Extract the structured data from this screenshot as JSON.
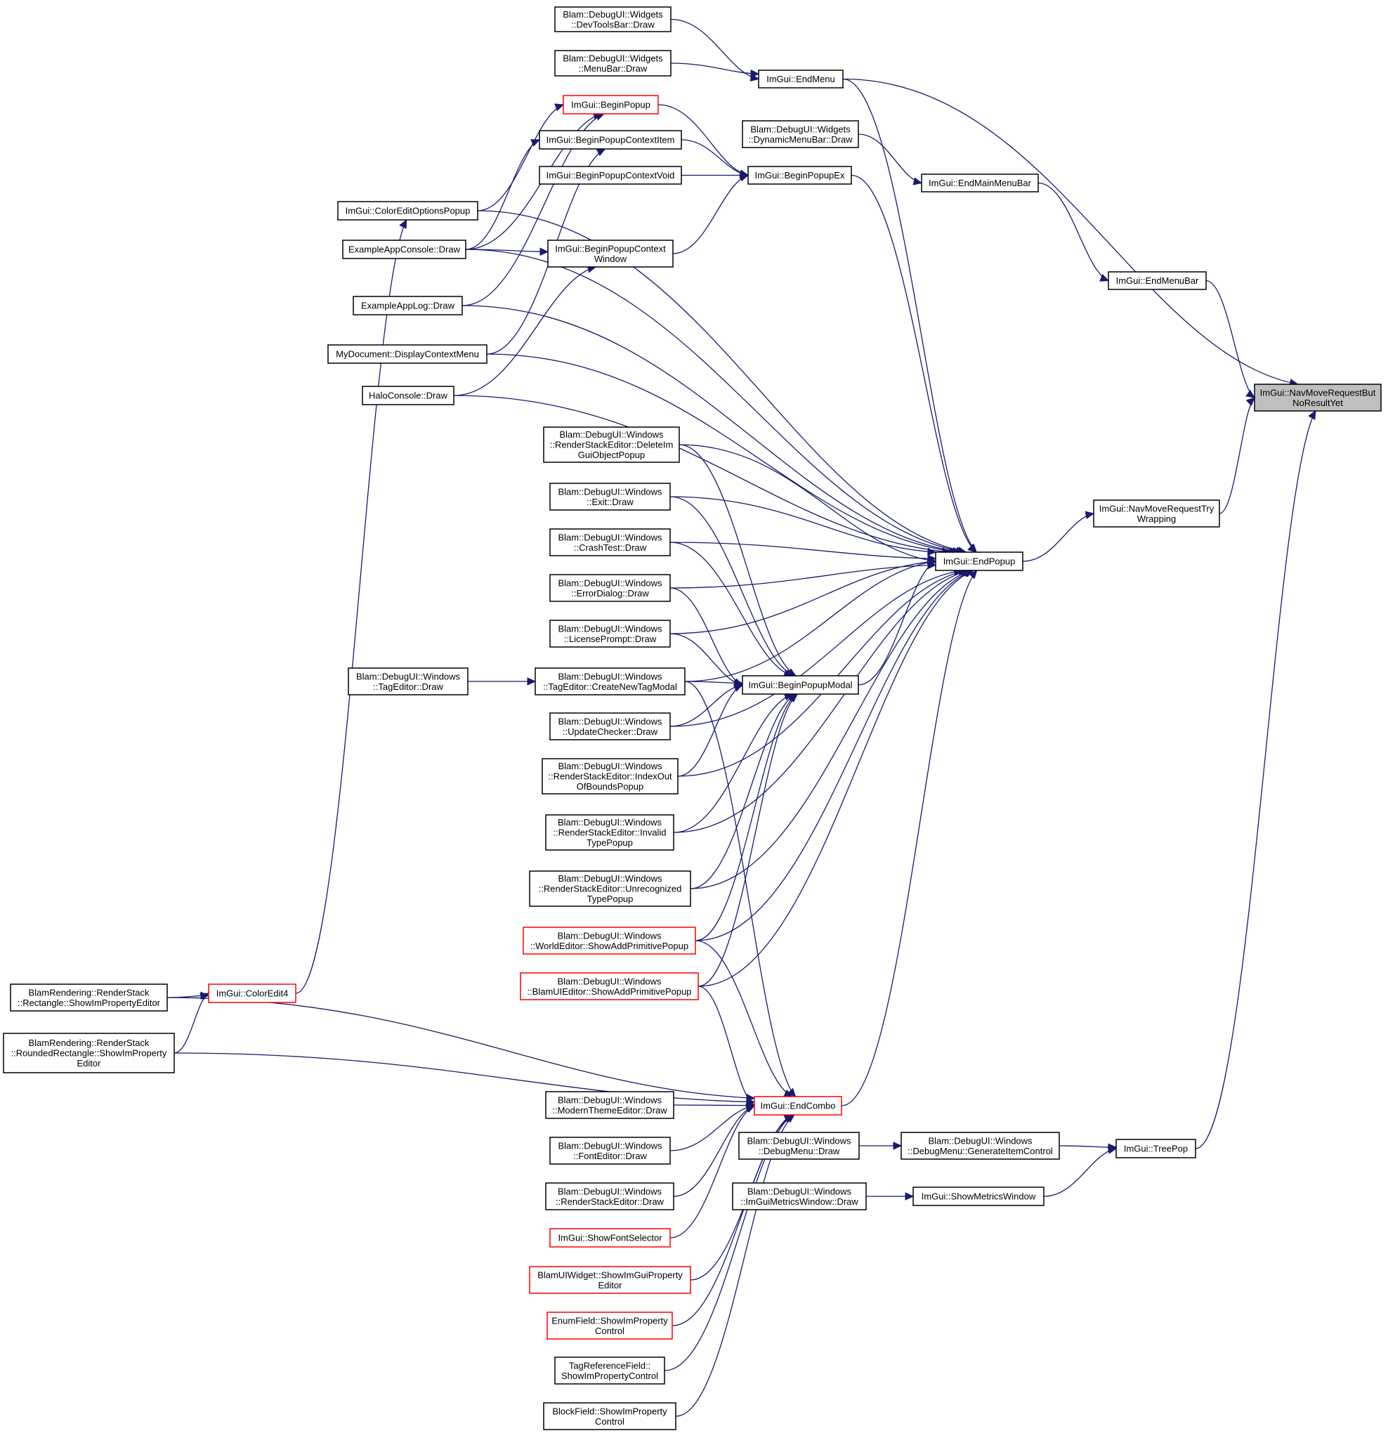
{
  "nodes": [
    {
      "id": "devtools",
      "lines": [
        "Blam::DebugUI::Widgets",
        "::DevToolsBar::Draw"
      ],
      "border": "black"
    },
    {
      "id": "menubar",
      "lines": [
        "Blam::DebugUI::Widgets",
        "::MenuBar::Draw"
      ],
      "border": "black"
    },
    {
      "id": "endmenu",
      "lines": [
        "ImGui::EndMenu"
      ],
      "border": "black"
    },
    {
      "id": "beginpopup",
      "lines": [
        "ImGui::BeginPopup"
      ],
      "border": "red"
    },
    {
      "id": "dynmenubar",
      "lines": [
        "Blam::DebugUI::Widgets",
        "::DynamicMenuBar::Draw"
      ],
      "border": "black"
    },
    {
      "id": "bpcitem",
      "lines": [
        "ImGui::BeginPopupContextItem"
      ],
      "border": "black"
    },
    {
      "id": "bpcvoid",
      "lines": [
        "ImGui::BeginPopupContextVoid"
      ],
      "border": "black"
    },
    {
      "id": "beginpopupex",
      "lines": [
        "ImGui::BeginPopupEx"
      ],
      "border": "black"
    },
    {
      "id": "endmainmenubar",
      "lines": [
        "ImGui::EndMainMenuBar"
      ],
      "border": "black"
    },
    {
      "id": "coloreditopts",
      "lines": [
        "ImGui::ColorEditOptionsPopup"
      ],
      "border": "black"
    },
    {
      "id": "appconsole",
      "lines": [
        "ExampleAppConsole::Draw"
      ],
      "border": "black"
    },
    {
      "id": "bpcwindow",
      "lines": [
        "ImGui::BeginPopupContext",
        "Window"
      ],
      "border": "black"
    },
    {
      "id": "endmenubar",
      "lines": [
        "ImGui::EndMenuBar"
      ],
      "border": "black"
    },
    {
      "id": "applog",
      "lines": [
        "ExampleAppLog::Draw"
      ],
      "border": "black"
    },
    {
      "id": "mydoc",
      "lines": [
        "MyDocument::DisplayContextMenu"
      ],
      "border": "black"
    },
    {
      "id": "navmove",
      "lines": [
        "ImGui::NavMoveRequestBut",
        "NoResultYet"
      ],
      "border": "black",
      "focus": true
    },
    {
      "id": "haloconsole",
      "lines": [
        "HaloConsole::Draw"
      ],
      "border": "black"
    },
    {
      "id": "rsdelete",
      "lines": [
        "Blam::DebugUI::Windows",
        "::RenderStackEditor::DeleteIm",
        "GuiObjectPopup"
      ],
      "border": "black"
    },
    {
      "id": "exitdraw",
      "lines": [
        "Blam::DebugUI::Windows",
        "::Exit::Draw"
      ],
      "border": "black"
    },
    {
      "id": "navtry",
      "lines": [
        "ImGui::NavMoveRequestTry",
        "Wrapping"
      ],
      "border": "black"
    },
    {
      "id": "crashtest",
      "lines": [
        "Blam::DebugUI::Windows",
        "::CrashTest::Draw"
      ],
      "border": "black"
    },
    {
      "id": "endpopup",
      "lines": [
        "ImGui::EndPopup"
      ],
      "border": "black"
    },
    {
      "id": "errordialog",
      "lines": [
        "Blam::DebugUI::Windows",
        "::ErrorDialog::Draw"
      ],
      "border": "black"
    },
    {
      "id": "license",
      "lines": [
        "Blam::DebugUI::Windows",
        "::LicensePrompt::Draw"
      ],
      "border": "black"
    },
    {
      "id": "tageditor",
      "lines": [
        "Blam::DebugUI::Windows",
        "::TagEditor::Draw"
      ],
      "border": "black"
    },
    {
      "id": "createtag",
      "lines": [
        "Blam::DebugUI::Windows",
        "::TagEditor::CreateNewTagModal"
      ],
      "border": "black"
    },
    {
      "id": "bpmodal",
      "lines": [
        "ImGui::BeginPopupModal"
      ],
      "border": "black"
    },
    {
      "id": "updatechecker",
      "lines": [
        "Blam::DebugUI::Windows",
        "::UpdateChecker::Draw"
      ],
      "border": "black"
    },
    {
      "id": "rsindex",
      "lines": [
        "Blam::DebugUI::Windows",
        "::RenderStackEditor::IndexOut",
        "OfBoundsPopup"
      ],
      "border": "black"
    },
    {
      "id": "rsinvalid",
      "lines": [
        "Blam::DebugUI::Windows",
        "::RenderStackEditor::Invalid",
        "TypePopup"
      ],
      "border": "black"
    },
    {
      "id": "rsunrec",
      "lines": [
        "Blam::DebugUI::Windows",
        "::RenderStackEditor::Unrecognized",
        "TypePopup"
      ],
      "border": "black"
    },
    {
      "id": "worldeditor",
      "lines": [
        "Blam::DebugUI::Windows",
        "::WorldEditor::ShowAddPrimitivePopup"
      ],
      "border": "red"
    },
    {
      "id": "blamuieditor",
      "lines": [
        "Blam::DebugUI::Windows",
        "::BlamUIEditor::ShowAddPrimitivePopup"
      ],
      "border": "red"
    },
    {
      "id": "rectangle",
      "lines": [
        "BlamRendering::RenderStack",
        "::Rectangle::ShowImPropertyEditor"
      ],
      "border": "black"
    },
    {
      "id": "coloredit4",
      "lines": [
        "ImGui::ColorEdit4"
      ],
      "border": "red"
    },
    {
      "id": "roundedrect",
      "lines": [
        "BlamRendering::RenderStack",
        "::RoundedRectangle::ShowImProperty",
        "Editor"
      ],
      "border": "black"
    },
    {
      "id": "moderntheme",
      "lines": [
        "Blam::DebugUI::Windows",
        "::ModernThemeEditor::Draw"
      ],
      "border": "black"
    },
    {
      "id": "endcombo",
      "lines": [
        "ImGui::EndCombo"
      ],
      "border": "red"
    },
    {
      "id": "debugmenu",
      "lines": [
        "Blam::DebugUI::Windows",
        "::DebugMenu::Draw"
      ],
      "border": "black"
    },
    {
      "id": "genitem",
      "lines": [
        "Blam::DebugUI::Windows",
        "::DebugMenu::GenerateItemControl"
      ],
      "border": "black"
    },
    {
      "id": "treepop",
      "lines": [
        "ImGui::TreePop"
      ],
      "border": "black"
    },
    {
      "id": "fonteditor",
      "lines": [
        "Blam::DebugUI::Windows",
        "::FontEditor::Draw"
      ],
      "border": "black"
    },
    {
      "id": "metricswin",
      "lines": [
        "Blam::DebugUI::Windows",
        "::ImGuiMetricsWindow::Draw"
      ],
      "border": "black"
    },
    {
      "id": "showmetrics",
      "lines": [
        "ImGui::ShowMetricsWindow"
      ],
      "border": "black"
    },
    {
      "id": "rsdraw",
      "lines": [
        "Blam::DebugUI::Windows",
        "::RenderStackEditor::Draw"
      ],
      "border": "black"
    },
    {
      "id": "fontselector",
      "lines": [
        "ImGui::ShowFontSelector"
      ],
      "border": "red"
    },
    {
      "id": "blamuiwidget",
      "lines": [
        "BlamUIWidget::ShowImGuiProperty",
        "Editor"
      ],
      "border": "red"
    },
    {
      "id": "enumfield",
      "lines": [
        "EnumField::ShowImProperty",
        "Control"
      ],
      "border": "red"
    },
    {
      "id": "tagref",
      "lines": [
        "TagReferenceField::",
        "ShowImPropertyControl"
      ],
      "border": "black"
    },
    {
      "id": "blockfield",
      "lines": [
        "BlockField::ShowImProperty",
        "Control"
      ],
      "border": "black"
    }
  ],
  "edges": [
    [
      "devtools",
      "endmenu"
    ],
    [
      "menubar",
      "endmenu"
    ],
    [
      "endmenu",
      "navmove"
    ],
    [
      "dynmenubar",
      "endmainmenubar"
    ],
    [
      "endmainmenubar",
      "endmenubar"
    ],
    [
      "endmenubar",
      "navmove"
    ],
    [
      "beginpopup",
      "beginpopupex"
    ],
    [
      "bpcitem",
      "beginpopupex"
    ],
    [
      "bpcvoid",
      "beginpopupex"
    ],
    [
      "bpcwindow",
      "beginpopupex"
    ],
    [
      "coloreditopts",
      "beginpopup"
    ],
    [
      "appconsole",
      "beginpopup"
    ],
    [
      "appconsole",
      "bpcitem"
    ],
    [
      "appconsole",
      "bpcwindow"
    ],
    [
      "applog",
      "beginpopup"
    ],
    [
      "mydoc",
      "bpcitem"
    ],
    [
      "haloconsole",
      "bpcwindow"
    ],
    [
      "coloredit4",
      "coloreditopts"
    ],
    [
      "rectangle",
      "coloredit4"
    ],
    [
      "roundedrect",
      "coloredit4"
    ],
    [
      "endmenu",
      "endpopup"
    ],
    [
      "beginpopupex",
      "endpopup"
    ],
    [
      "coloreditopts",
      "endpopup"
    ],
    [
      "appconsole",
      "endpopup"
    ],
    [
      "applog",
      "endpopup"
    ],
    [
      "mydoc",
      "endpopup"
    ],
    [
      "haloconsole",
      "endpopup"
    ],
    [
      "rsdelete",
      "endpopup"
    ],
    [
      "exitdraw",
      "endpopup"
    ],
    [
      "crashtest",
      "endpopup"
    ],
    [
      "errordialog",
      "endpopup"
    ],
    [
      "license",
      "endpopup"
    ],
    [
      "createtag",
      "endpopup"
    ],
    [
      "bpmodal",
      "endpopup"
    ],
    [
      "updatechecker",
      "endpopup"
    ],
    [
      "rsindex",
      "endpopup"
    ],
    [
      "rsinvalid",
      "endpopup"
    ],
    [
      "rsunrec",
      "endpopup"
    ],
    [
      "worldeditor",
      "endpopup"
    ],
    [
      "blamuieditor",
      "endpopup"
    ],
    [
      "endcombo",
      "endpopup"
    ],
    [
      "endpopup",
      "navtry"
    ],
    [
      "navtry",
      "navmove"
    ],
    [
      "treepop",
      "navmove"
    ],
    [
      "tageditor",
      "createtag"
    ],
    [
      "rsdelete",
      "bpmodal"
    ],
    [
      "exitdraw",
      "bpmodal"
    ],
    [
      "crashtest",
      "bpmodal"
    ],
    [
      "errordialog",
      "bpmodal"
    ],
    [
      "license",
      "bpmodal"
    ],
    [
      "createtag",
      "bpmodal"
    ],
    [
      "updatechecker",
      "bpmodal"
    ],
    [
      "rsindex",
      "bpmodal"
    ],
    [
      "rsinvalid",
      "bpmodal"
    ],
    [
      "rsunrec",
      "bpmodal"
    ],
    [
      "worldeditor",
      "bpmodal"
    ],
    [
      "blamuieditor",
      "bpmodal"
    ],
    [
      "createtag",
      "endcombo"
    ],
    [
      "worldeditor",
      "endcombo"
    ],
    [
      "blamuieditor",
      "endcombo"
    ],
    [
      "rectangle",
      "endcombo"
    ],
    [
      "roundedrect",
      "endcombo"
    ],
    [
      "moderntheme",
      "endcombo"
    ],
    [
      "fonteditor",
      "endcombo"
    ],
    [
      "rsdraw",
      "endcombo"
    ],
    [
      "fontselector",
      "endcombo"
    ],
    [
      "blamuiwidget",
      "endcombo"
    ],
    [
      "enumfield",
      "endcombo"
    ],
    [
      "tagref",
      "endcombo"
    ],
    [
      "blockfield",
      "endcombo"
    ],
    [
      "debugmenu",
      "genitem"
    ],
    [
      "genitem",
      "treepop"
    ],
    [
      "metricswin",
      "showmetrics"
    ],
    [
      "showmetrics",
      "treepop"
    ]
  ],
  "colors": {
    "edge": "#191970",
    "focus_fill": "#bfbfbf",
    "red_border": "#ff0000"
  }
}
